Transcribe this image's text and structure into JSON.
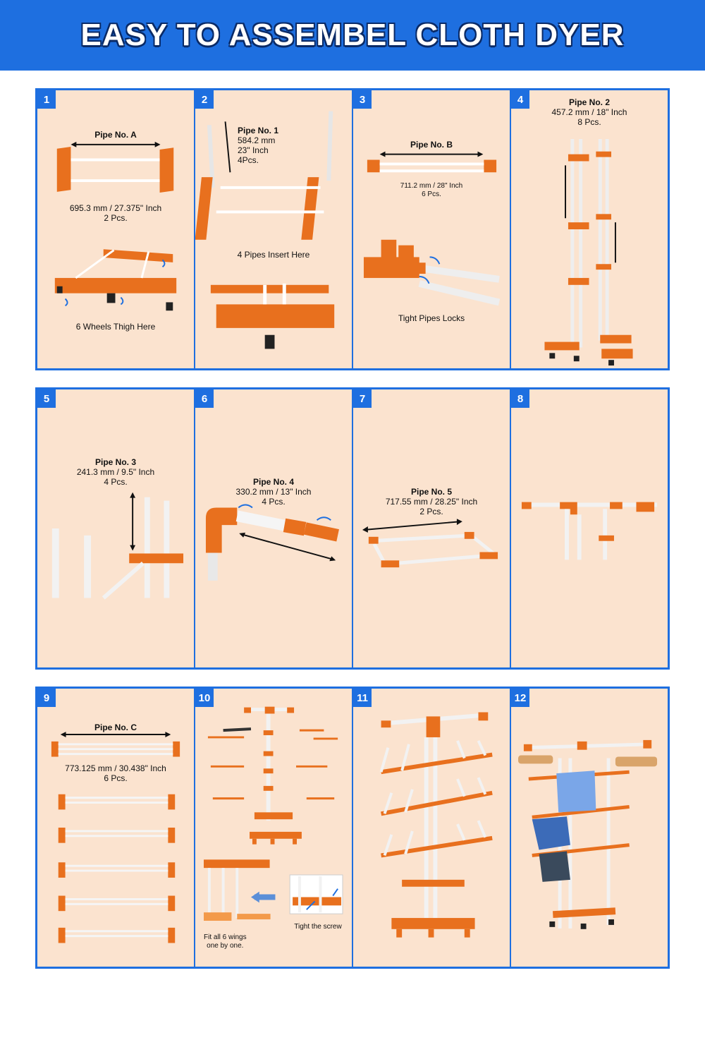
{
  "header": {
    "title": "EASY TO ASSEMBEL CLOTH DYER"
  },
  "colors": {
    "accent": "#1e6fe0",
    "panel_bg": "#fbe3cf",
    "orange": "#e8701e"
  },
  "steps": [
    {
      "number": "1",
      "pipe": "Pipe No. A",
      "dims": "695.3 mm / 27.375\" Inch",
      "qty": "2 Pcs.",
      "caption": "6 Wheels Thigh Here"
    },
    {
      "number": "2",
      "pipe": "Pipe No. 1",
      "dims1": "584.2 mm",
      "dims2": "23\" Inch",
      "qty": "4Pcs.",
      "caption": "4 Pipes Insert Here"
    },
    {
      "number": "3",
      "pipe": "Pipe No. B",
      "dims": "711.2 mm / 28\" Inch",
      "qty": "6 Pcs.",
      "caption": "Tight Pipes Locks"
    },
    {
      "number": "4",
      "pipe": "Pipe No. 2",
      "dims": "457.2 mm / 18\" Inch",
      "qty": "8 Pcs."
    },
    {
      "number": "5",
      "pipe": "Pipe No. 3",
      "dims": "241.3 mm / 9.5\" Inch",
      "qty": "4 Pcs."
    },
    {
      "number": "6",
      "pipe": "Pipe No. 4",
      "dims": "330.2 mm / 13\" Inch",
      "qty": "4 Pcs."
    },
    {
      "number": "7",
      "pipe": "Pipe No. 5",
      "dims": "717.55 mm / 28.25\" Inch",
      "qty": "2 Pcs."
    },
    {
      "number": "8"
    },
    {
      "number": "9",
      "pipe": "Pipe No. C",
      "dims": "773.125 mm / 30.438\" Inch",
      "qty": "6 Pcs."
    },
    {
      "number": "10",
      "caption_a1": "Fit all 6 wings",
      "caption_a2": "one by one.",
      "caption_b": "Tight the screw"
    },
    {
      "number": "11"
    },
    {
      "number": "12"
    }
  ]
}
